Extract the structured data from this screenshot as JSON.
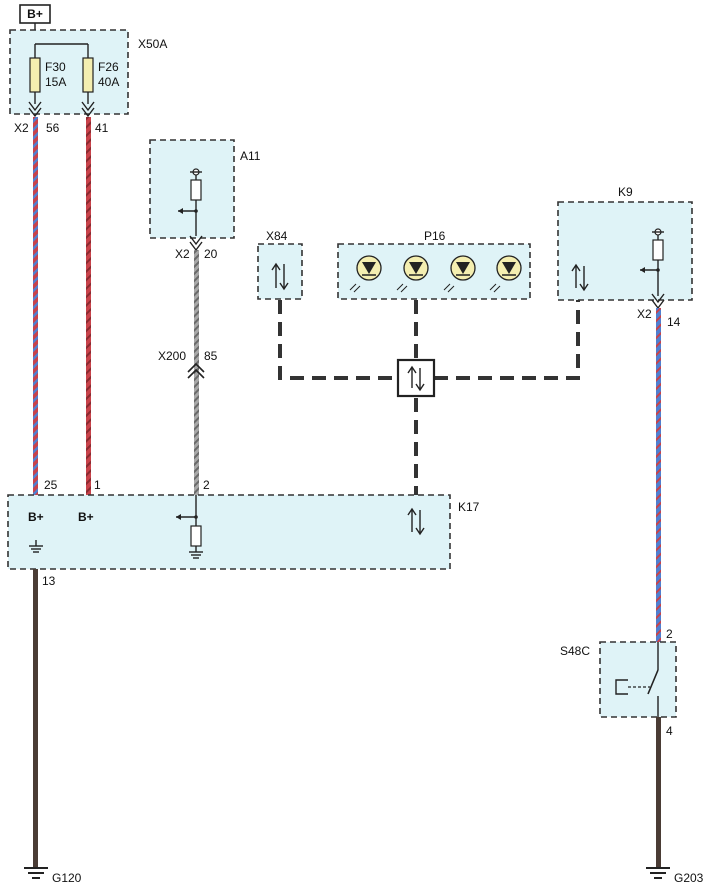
{
  "source_label": "B+",
  "colors": {
    "box_fill": "#dff3f7",
    "wire_red": "#c8424a",
    "wire_blue": "#4f7fd0",
    "wire_gray": "#9a9a9a",
    "wire_brown": "#4a3c35",
    "fuse_fill": "#f4eeb0"
  },
  "components": {
    "x50a": {
      "name": "X50A",
      "fuse1": {
        "id": "F30",
        "rating": "15A"
      },
      "fuse2": {
        "id": "F26",
        "rating": "40A"
      },
      "connector": "X2",
      "pin1": "56",
      "pin2": "41"
    },
    "a11": {
      "name": "A11",
      "connector": "X2",
      "pin": "20"
    },
    "x200": {
      "name": "X200",
      "pin": "85"
    },
    "x84": {
      "name": "X84"
    },
    "p16": {
      "name": "P16"
    },
    "k9": {
      "name": "K9",
      "connector": "X2",
      "pin": "14"
    },
    "k17": {
      "name": "K17",
      "pin_a": "25",
      "pin_b": "1",
      "pin_c": "2",
      "pin_gnd": "13",
      "label_a": "B+",
      "label_b": "B+"
    },
    "s48c": {
      "name": "S48C",
      "pin_top": "2",
      "pin_bottom": "4"
    }
  },
  "grounds": {
    "left": "G120",
    "right": "G203"
  }
}
